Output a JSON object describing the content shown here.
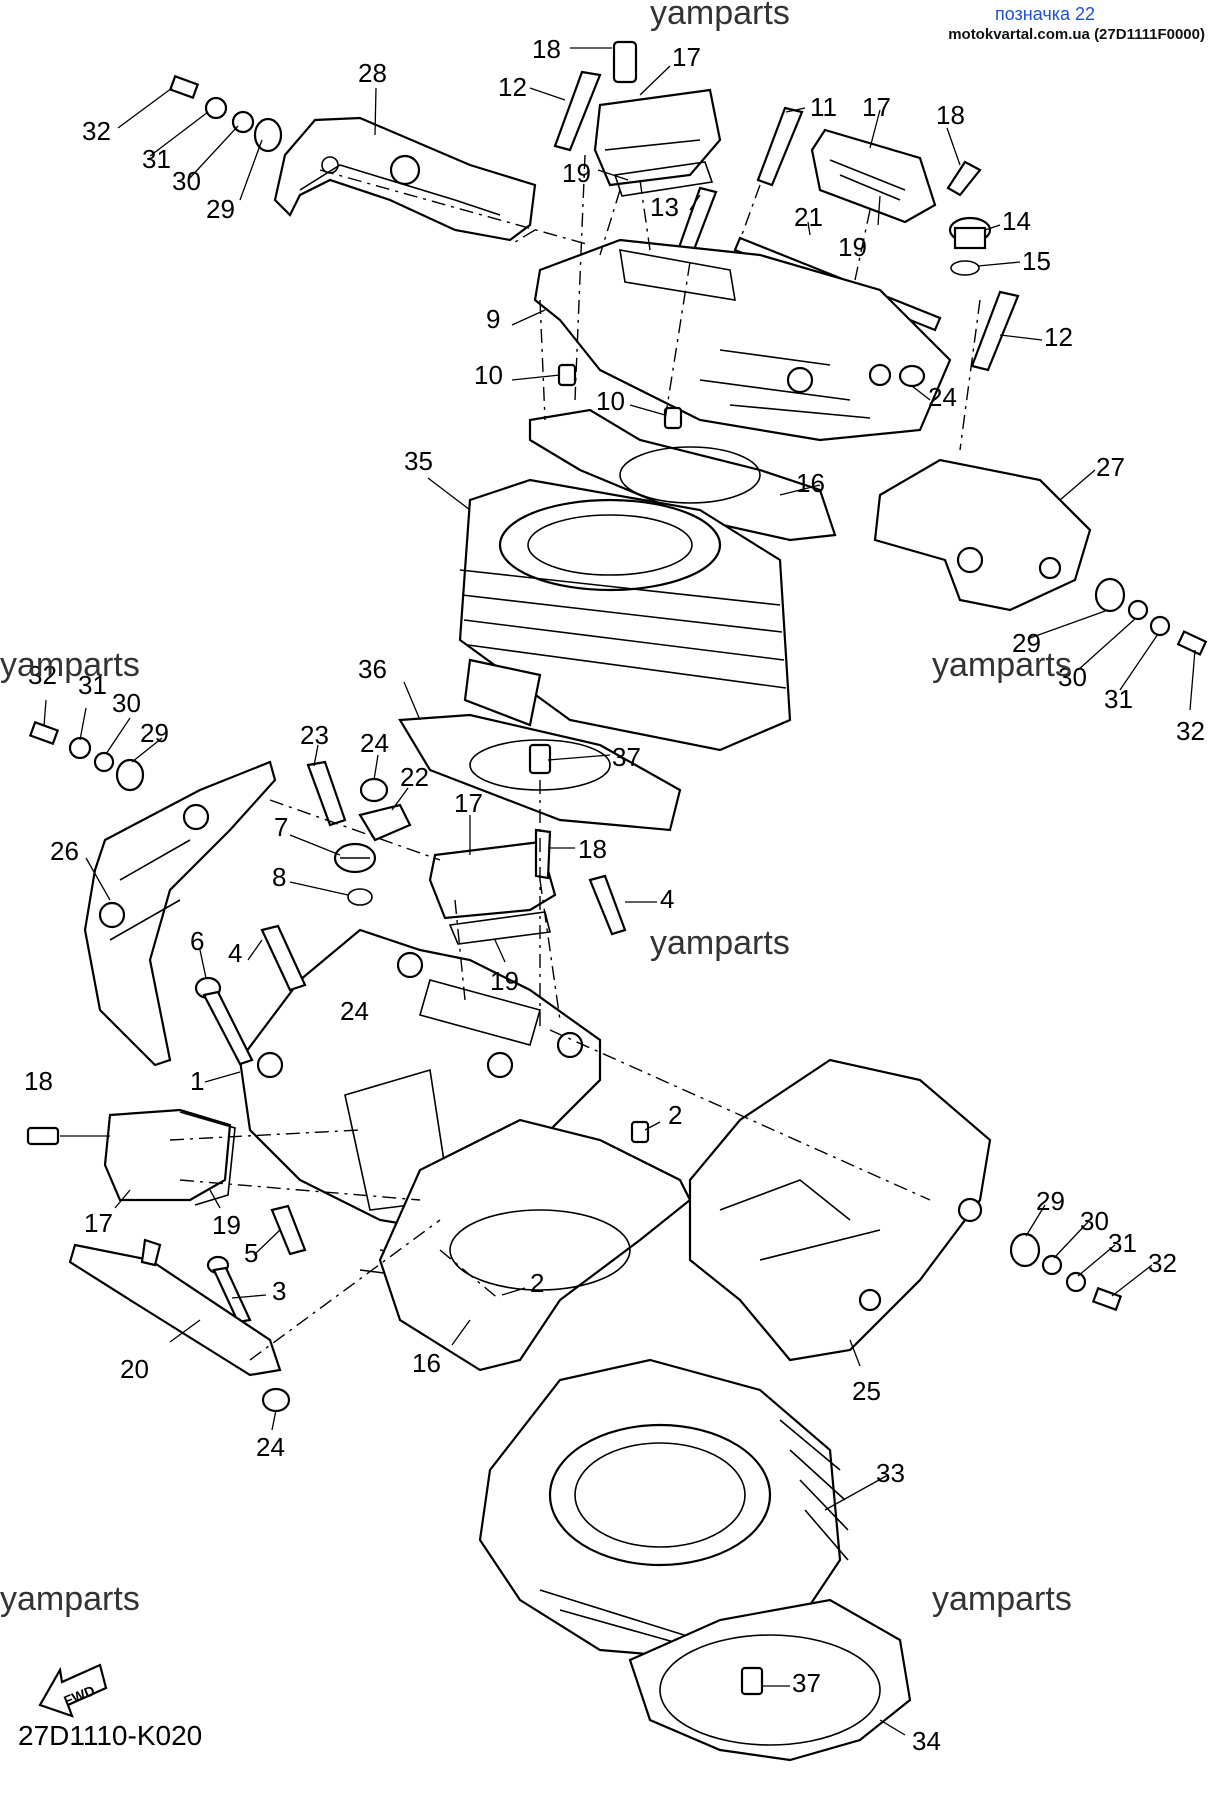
{
  "header": {
    "title": "позначка 22",
    "source": "motokvartal.com.ua (27D1111F0000)"
  },
  "watermark": "yamparts",
  "diagram_code": "27D1110-K020",
  "fwd_label": "FWD",
  "callouts": [
    "1",
    "2",
    "2",
    "3",
    "4",
    "4",
    "5",
    "6",
    "7",
    "8",
    "9",
    "10",
    "10",
    "11",
    "12",
    "12",
    "13",
    "14",
    "15",
    "16",
    "16",
    "17",
    "17",
    "17",
    "17",
    "18",
    "18",
    "18",
    "18",
    "19",
    "19",
    "19",
    "19",
    "20",
    "21",
    "22",
    "23",
    "24",
    "24",
    "24",
    "24",
    "25",
    "26",
    "27",
    "28",
    "29",
    "29",
    "29",
    "29",
    "30",
    "30",
    "30",
    "30",
    "31",
    "31",
    "31",
    "31",
    "32",
    "32",
    "32",
    "32",
    "33",
    "34",
    "35",
    "36",
    "37",
    "37"
  ]
}
